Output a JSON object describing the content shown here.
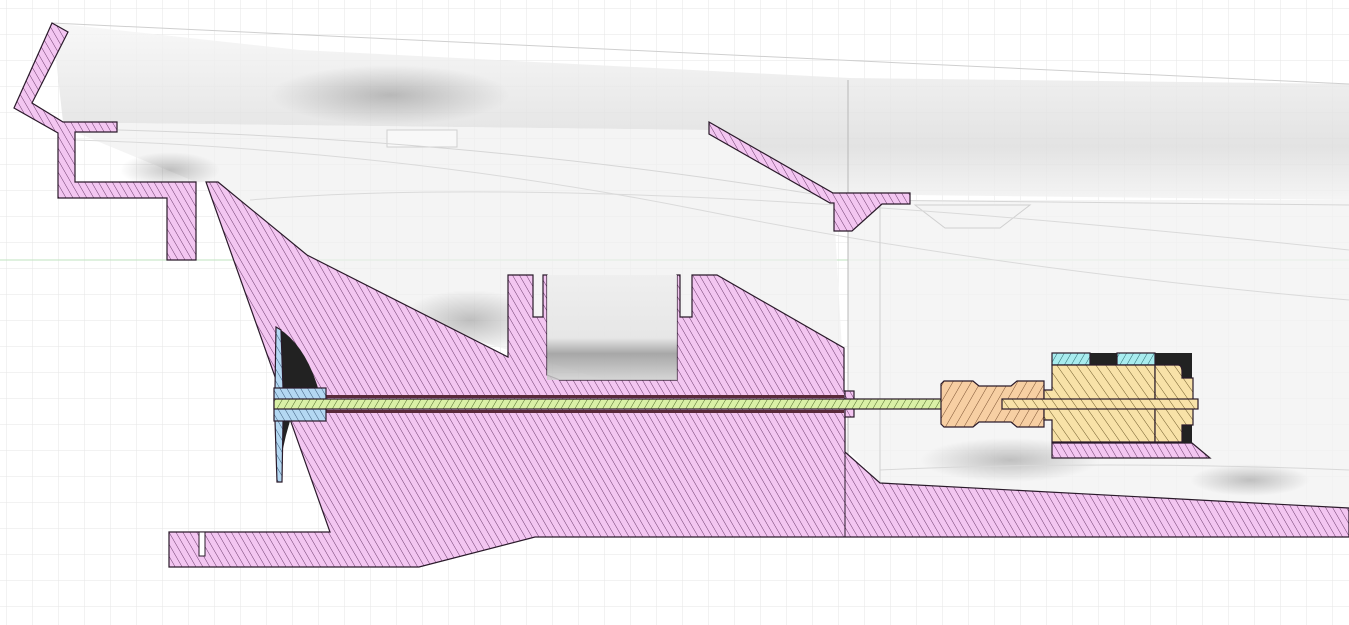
{
  "view": {
    "type": "cad-section-view",
    "background": "#ffffff",
    "grid": true,
    "grid_color": "#e4e4e4",
    "axis_line_color": "#bfe3bf"
  },
  "colors": {
    "hull_section": "#f3c6f1",
    "hull_hatch": "#6b3b6b",
    "prop_shaft": "#d9f0a6",
    "prop_hub": "#b4d8f2",
    "coupler": "#f7cfa3",
    "motor": "#f8e2a8",
    "motor_magnets": "#a8ecef",
    "bearing": "#5a2a3a",
    "outline": "#2a1a2a"
  },
  "parts": [
    {
      "name": "bow-deck-section"
    },
    {
      "name": "hull-section"
    },
    {
      "name": "cabin-deck-section"
    },
    {
      "name": "propeller"
    },
    {
      "name": "propeller-hub"
    },
    {
      "name": "propeller-shaft"
    },
    {
      "name": "shaft-coupler"
    },
    {
      "name": "motor"
    },
    {
      "name": "motor-mount"
    }
  ]
}
